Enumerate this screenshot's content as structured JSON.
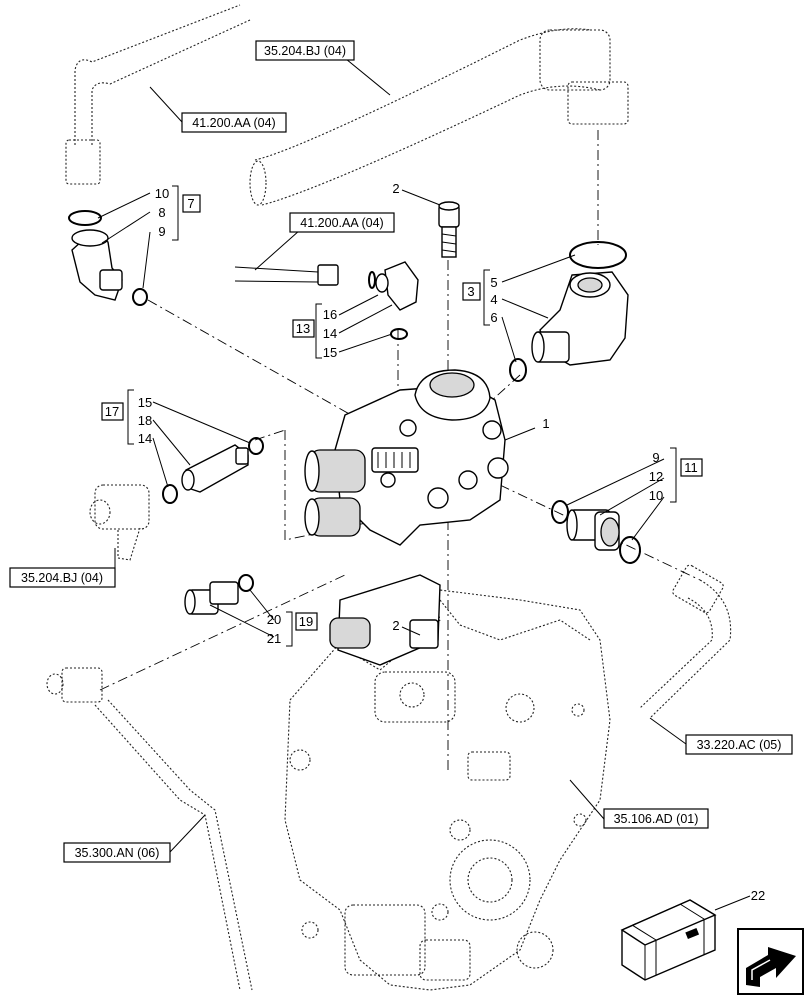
{
  "refs": {
    "r1": "35.204.BJ (04)",
    "r2": "41.200.AA (04)",
    "r3": "41.200.AA (04)",
    "r4": "35.204.BJ (04)",
    "r5": "33.220.AC (05)",
    "r6": "35.106.AD (01)",
    "r7": "35.300.AN (06)"
  },
  "groups": {
    "g7": {
      "box": "7",
      "items": [
        "10",
        "8",
        "9"
      ]
    },
    "g13": {
      "box": "13",
      "items": [
        "16",
        "14",
        "15"
      ]
    },
    "g3": {
      "box": "3",
      "items": [
        "5",
        "4",
        "6"
      ]
    },
    "g17": {
      "box": "17",
      "items": [
        "15",
        "18",
        "14"
      ]
    },
    "g11": {
      "box": "11",
      "items": [
        "9",
        "12",
        "10"
      ]
    },
    "g19": {
      "box": "19",
      "items": [
        "20",
        "21"
      ]
    }
  },
  "callouts": {
    "c1": "1",
    "c2": "2",
    "c2b": "2",
    "c22": "22"
  },
  "icons": {
    "crate": "parts-kit-crate-icon",
    "nav": "next-page-arrow-icon"
  }
}
